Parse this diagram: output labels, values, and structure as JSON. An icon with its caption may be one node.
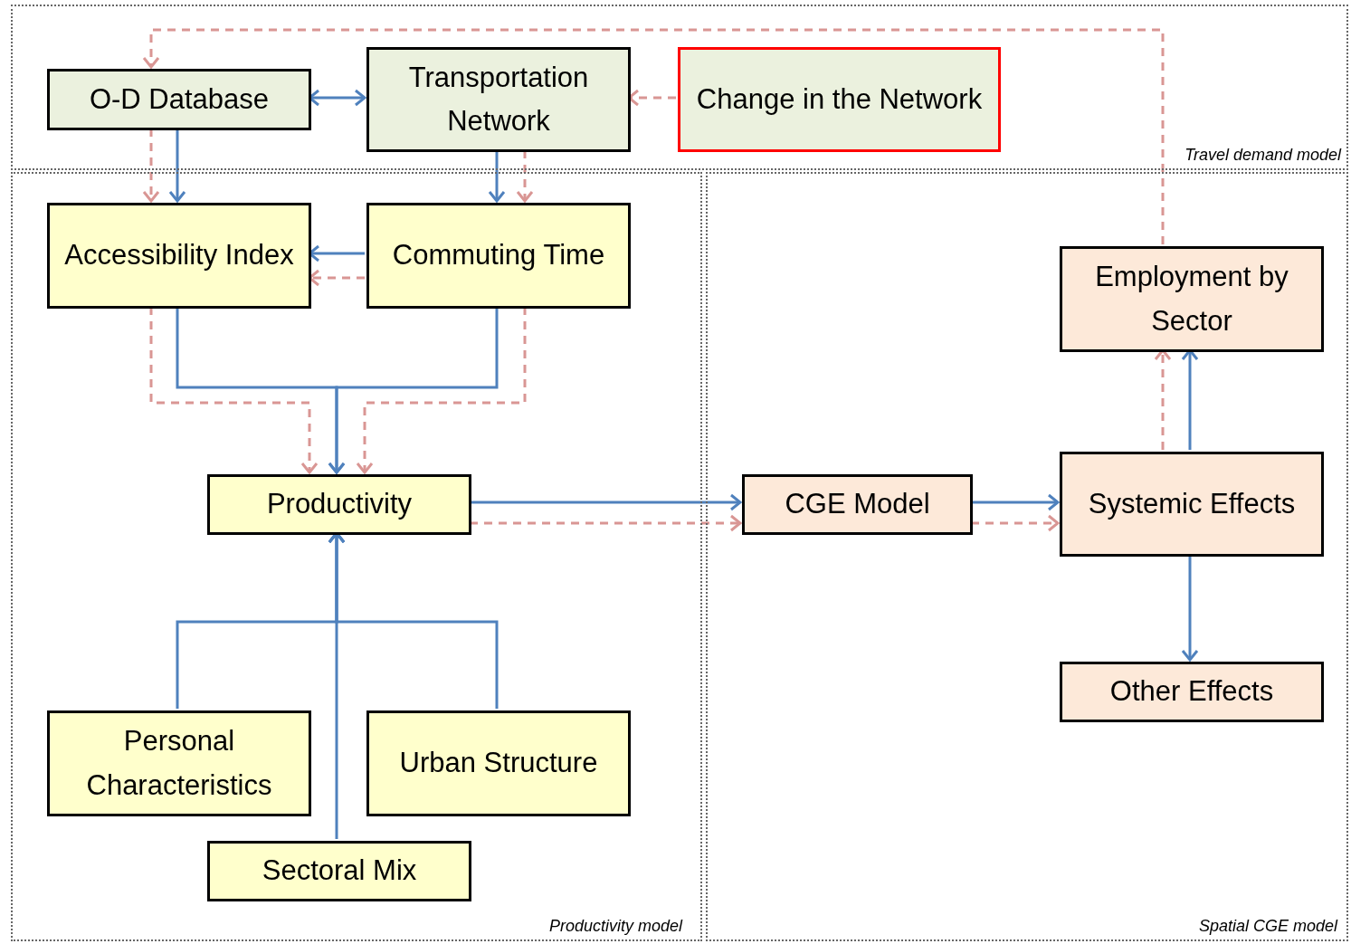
{
  "diagram": {
    "nodes": [
      {
        "text": [
          "Travel demand model"
        ]
      },
      {
        "text": [
          "O-D Database"
        ],
        "in": 0
      },
      {
        "text": [
          "Transportation Network"
        ],
        "in": 0
      },
      {
        "text": [
          "Change in the Network"
        ],
        "in": 0
      },
      {
        "text": [
          "Productivity model"
        ]
      },
      {
        "text": [
          "Accessibility Index"
        ],
        "in": 4
      },
      {
        "text": [
          "Commuting Time"
        ],
        "in": 4
      },
      {
        "text": [
          "Productivity"
        ],
        "in": 4
      },
      {
        "text": [
          "Personal Characteristics"
        ],
        "in": 4
      },
      {
        "text": [
          "Urban Structure"
        ],
        "in": 4
      },
      {
        "text": [
          "Sectoral Mix"
        ],
        "in": 4
      },
      {
        "text": [
          "Spatial CGE model"
        ]
      },
      {
        "text": [
          "Employment by Sector"
        ],
        "in": 11
      },
      {
        "text": [
          "CGE Model"
        ],
        "in": 11
      },
      {
        "text": [
          "Systemic Effects"
        ],
        "in": 11
      },
      {
        "text": [
          "Other Effects"
        ],
        "in": 11
      }
    ],
    "edges": [
      {
        "from": 1,
        "to": 2,
        "arrow": "both"
      },
      {
        "from": 3,
        "to": 2,
        "arrow": "to",
        "style": "dashed",
        "color": "#d99694"
      },
      {
        "from": 1,
        "to": 5,
        "arrow": "to"
      },
      {
        "from": 1,
        "to": 5,
        "arrow": "to",
        "style": "dashed",
        "color": "#d99694"
      },
      {
        "from": 2,
        "to": 6,
        "arrow": "to"
      },
      {
        "from": 2,
        "to": 6,
        "arrow": "to",
        "style": "dashed",
        "color": "#d99694"
      },
      {
        "from": 6,
        "to": 5,
        "arrow": "to"
      },
      {
        "from": 6,
        "to": 5,
        "arrow": "to",
        "style": "dashed",
        "color": "#d99694"
      },
      {
        "from": 5,
        "to": 7,
        "arrow": "to"
      },
      {
        "from": 6,
        "to": 7,
        "arrow": "to"
      },
      {
        "from": 5,
        "to": 7,
        "arrow": "to",
        "style": "dashed",
        "color": "#d99694"
      },
      {
        "from": 6,
        "to": 7,
        "arrow": "to",
        "style": "dashed",
        "color": "#d99694"
      },
      {
        "from": 8,
        "to": 7,
        "arrow": "to"
      },
      {
        "from": 9,
        "to": 7,
        "arrow": "to"
      },
      {
        "from": 10,
        "to": 7,
        "arrow": "to"
      },
      {
        "from": 7,
        "to": 13,
        "arrow": "to"
      },
      {
        "from": 7,
        "to": 13,
        "arrow": "to",
        "style": "dashed",
        "color": "#d99694"
      },
      {
        "from": 13,
        "to": 14,
        "arrow": "to"
      },
      {
        "from": 13,
        "to": 14,
        "arrow": "to",
        "style": "dashed",
        "color": "#d99694"
      },
      {
        "from": 14,
        "to": 12,
        "arrow": "to"
      },
      {
        "from": 14,
        "to": 12,
        "arrow": "to",
        "style": "dashed",
        "color": "#d99694"
      },
      {
        "from": 14,
        "to": 15,
        "arrow": "to"
      },
      {
        "from": 12,
        "to": 1,
        "arrow": "to",
        "style": "dashed",
        "color": "#d99694"
      }
    ]
  }
}
